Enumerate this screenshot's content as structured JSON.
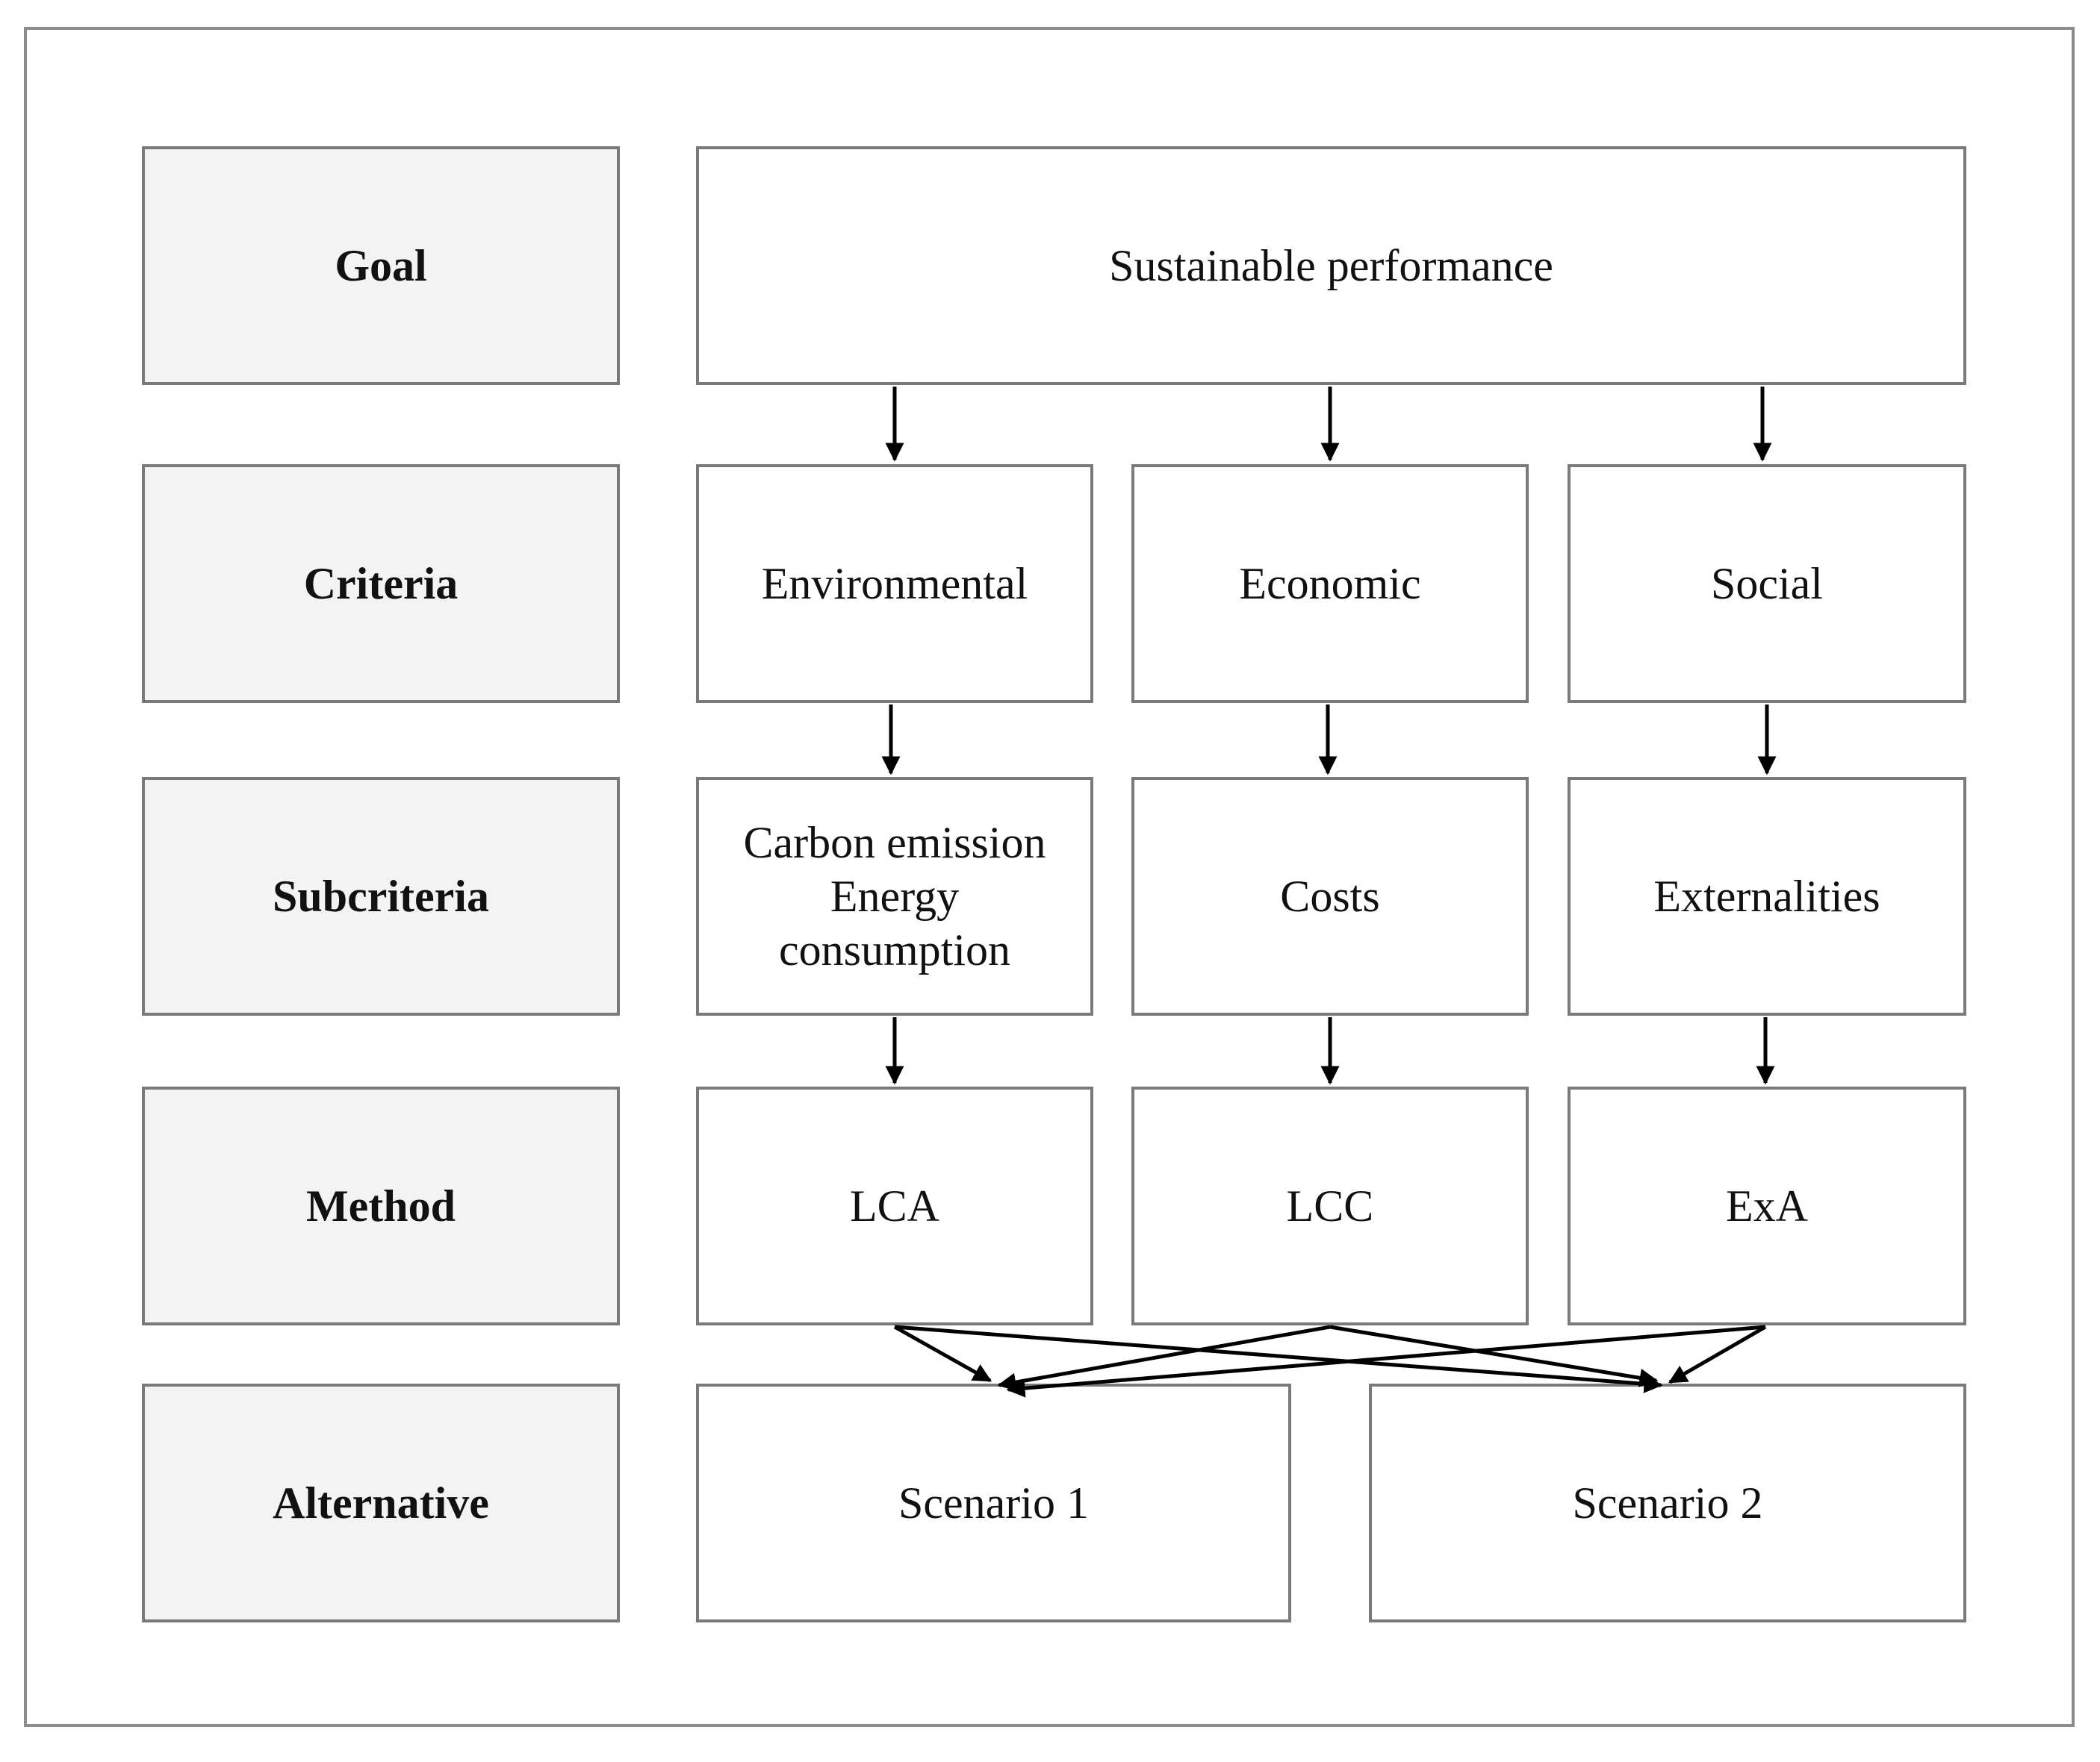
{
  "levels": {
    "goal": "Goal",
    "criteria": "Criteria",
    "subcriteria": "Subcriteria",
    "method": "Method",
    "alternative": "Alternative"
  },
  "goal": {
    "label": "Sustainable performance"
  },
  "criteria": {
    "environmental": "Environmental",
    "economic": "Economic",
    "social": "Social"
  },
  "subcriteria": {
    "environmental_line1": "Carbon emission",
    "environmental_line2": "Energy",
    "environmental_line3": "consumption",
    "economic": "Costs",
    "social": "Externalities"
  },
  "methods": {
    "environmental": "LCA",
    "economic": "LCC",
    "social": "ExA"
  },
  "alternatives": {
    "scenario1": "Scenario 1",
    "scenario2": "Scenario 2"
  }
}
